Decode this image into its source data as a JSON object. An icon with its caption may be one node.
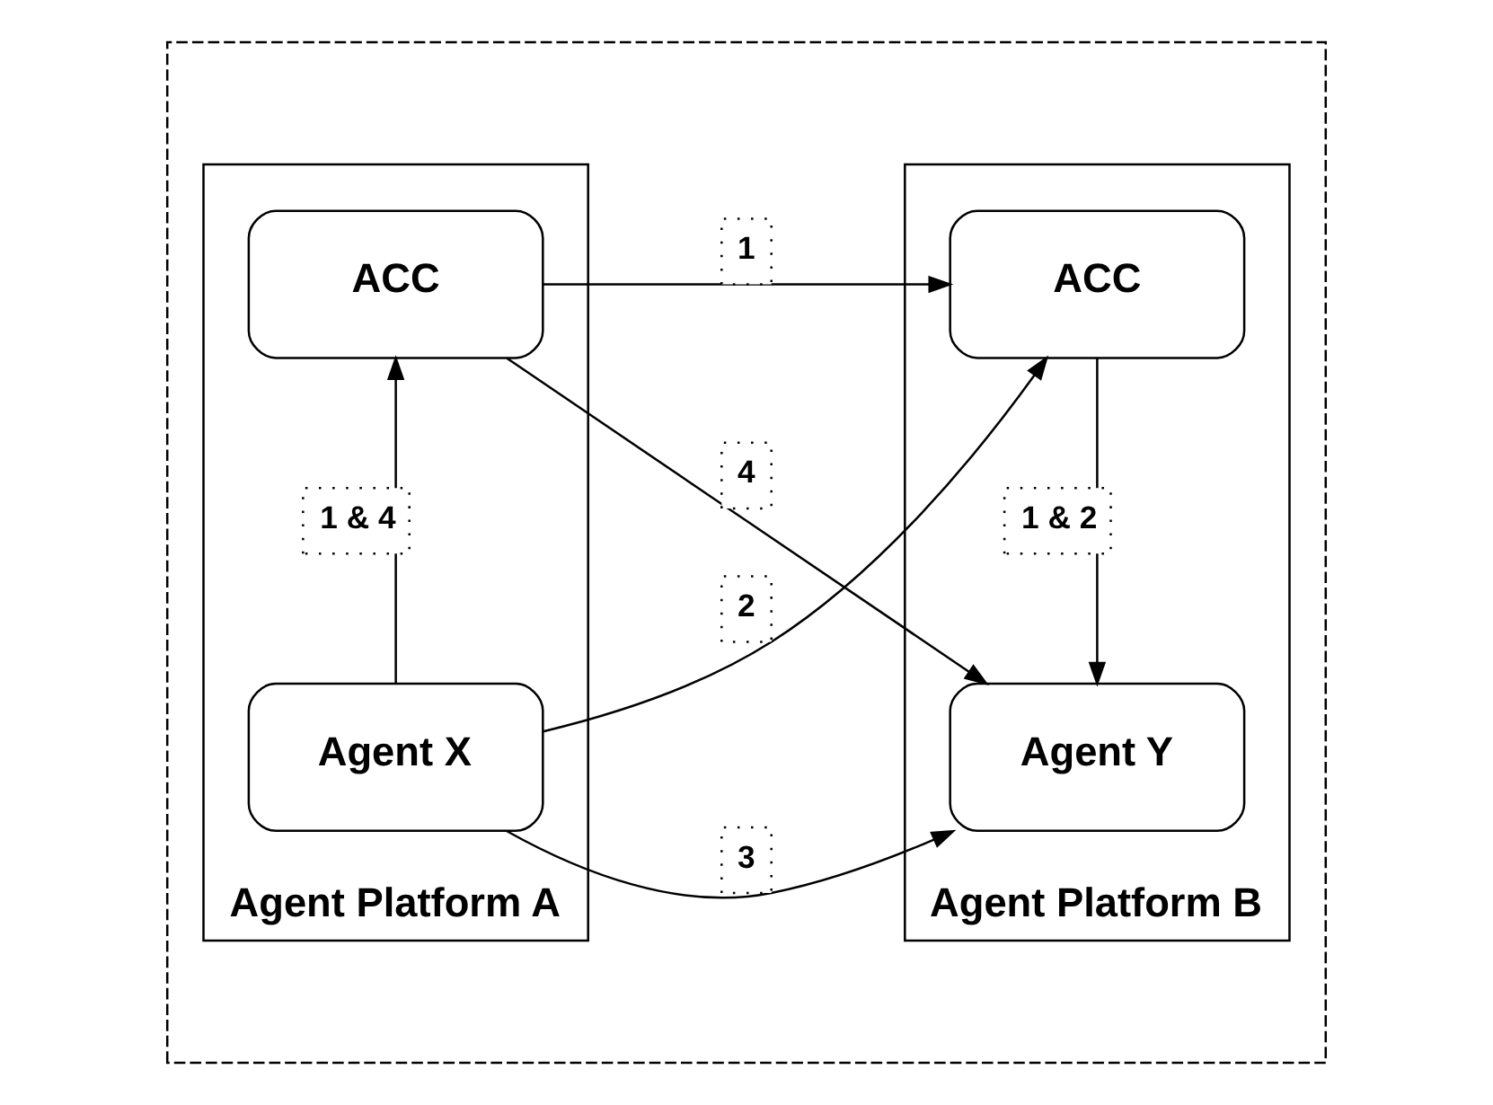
{
  "diagram": {
    "nodes": [
      {
        "text": [],
        "shape": "box"
      },
      {
        "text": [
          "Agent Platform A"
        ],
        "in": 0
      },
      {
        "text": [
          "Agent X"
        ],
        "in": 1
      },
      {
        "text": [
          "ACC"
        ],
        "in": 1
      },
      {
        "text": [
          "Agent Platform B"
        ],
        "in": 0
      },
      {
        "text": [
          "Agent Y"
        ],
        "in": 4
      },
      {
        "text": [
          "ACC"
        ],
        "in": 4
      }
    ],
    "edges": [
      {
        "from": 2,
        "to": 5,
        "arrow": "to",
        "label": "3"
      },
      {
        "from": 2,
        "to": 3,
        "arrow": "to",
        "label": "1 & 4"
      },
      {
        "from": 3,
        "to": 5,
        "arrow": "to",
        "label": "4"
      },
      {
        "from": 2,
        "to": 6,
        "arrow": "to",
        "label": "2"
      },
      {
        "from": 3,
        "to": 6,
        "arrow": "to",
        "label": "1"
      },
      {
        "from": 6,
        "to": 5,
        "arrow": "to",
        "label": "1 & 2"
      }
    ]
  }
}
